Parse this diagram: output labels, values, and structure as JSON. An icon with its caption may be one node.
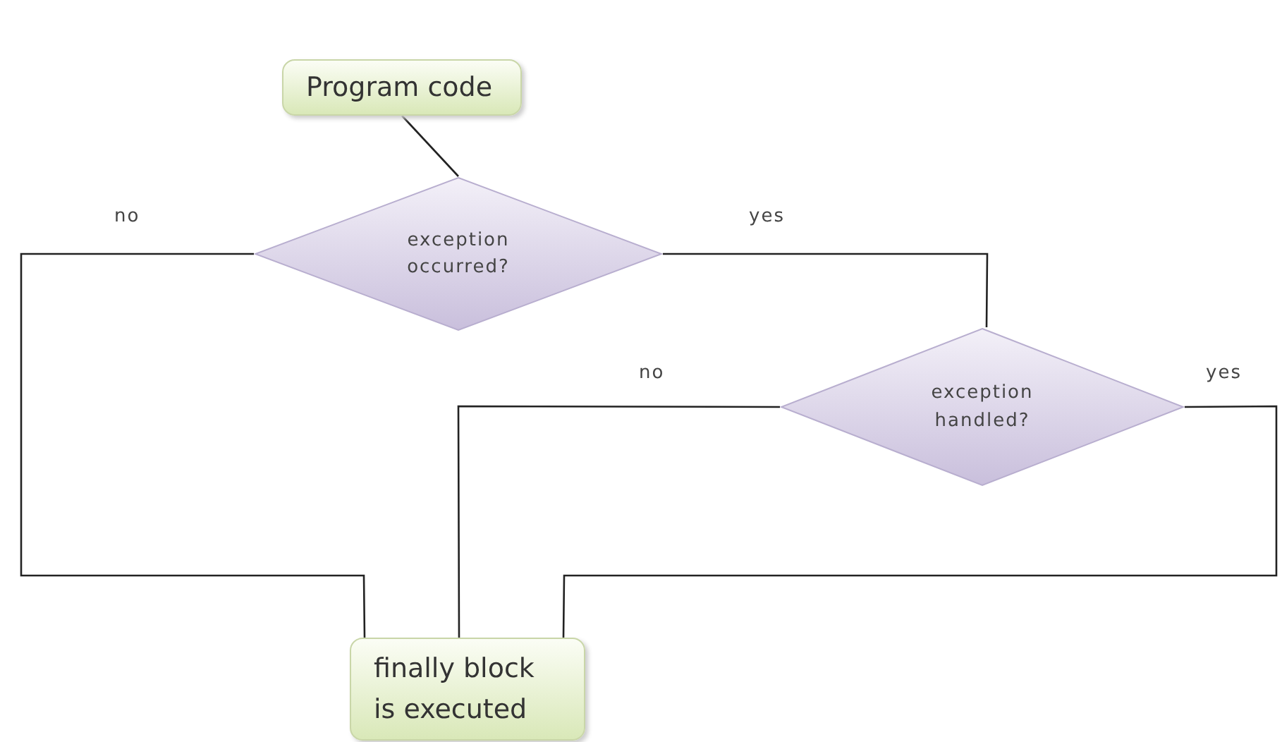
{
  "diagram": {
    "nodes": [
      {
        "text": [
          "Program code"
        ]
      },
      {
        "text": [
          "exception occurred?"
        ]
      },
      {
        "text": [
          "exception handled?"
        ]
      },
      {
        "text": [
          "finally block is executed"
        ]
      }
    ],
    "edges": [
      {
        "from": 0,
        "to": 1,
        "arrow": "none"
      },
      {
        "from": 1,
        "to": 3,
        "arrow": "none",
        "label": "no"
      },
      {
        "from": 1,
        "to": 2,
        "arrow": "none",
        "label": "yes"
      },
      {
        "from": 2,
        "to": 3,
        "arrow": "none",
        "label": "no"
      },
      {
        "from": 2,
        "to": 3,
        "arrow": "none",
        "label": "yes"
      }
    ]
  }
}
